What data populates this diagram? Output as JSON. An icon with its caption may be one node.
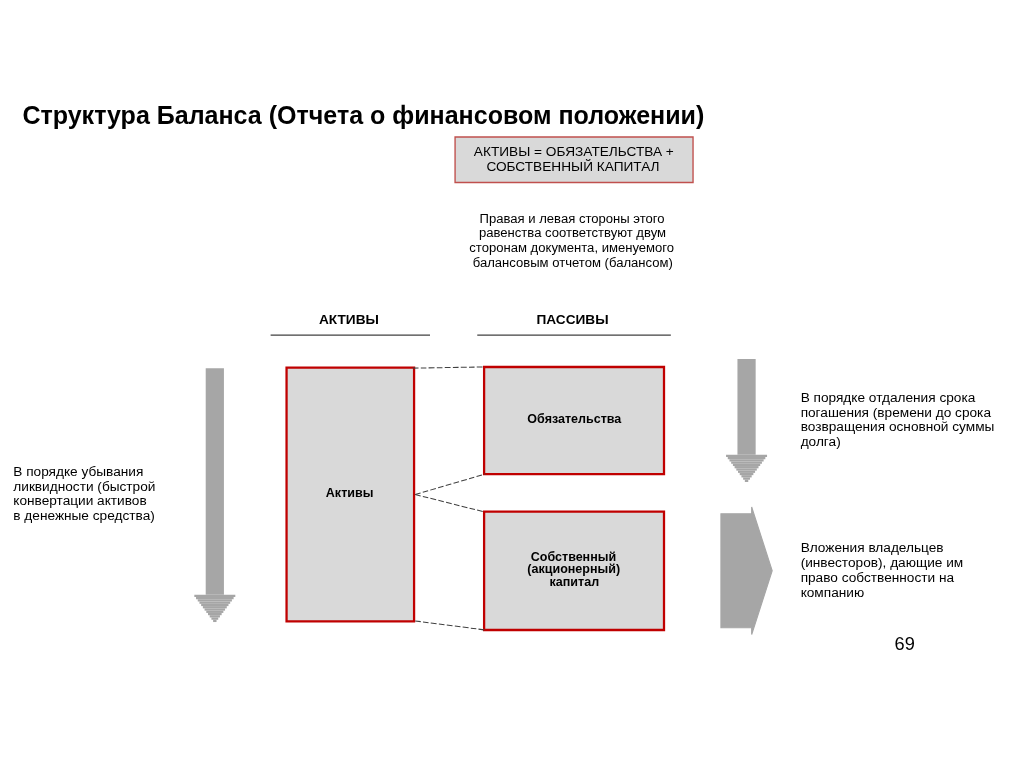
{
  "diagram": {
    "title": "Структура Баланса (Отчета о финансовом положении)",
    "nodes": [
      {
        "text": [
          "АКТИВЫ = ОБЯЗАТЕЛЬСТВА + СОБСТВЕННЫЙ КАПИТАЛ"
        ]
      },
      {
        "text": [
          "Активы"
        ]
      },
      {
        "text": [
          "Обязательства"
        ]
      },
      {
        "text": [
          "Собственный (акционерный) капитал"
        ]
      },
      {
        "text": [],
        "shape": "arrow",
        "beside": [
          "В порядке убывания ликвидности (быстрой конвертации активов в денежные средства)"
        ]
      },
      {
        "text": [],
        "shape": "arrow",
        "beside": [
          "В порядке отдаления срока погашения (времени до срока возвращения основной суммы долга)"
        ]
      },
      {
        "text": [],
        "shape": "arrow",
        "beside": [
          "Вложения владельцев (инвесторов), дающие им право собственности на компанию"
        ]
      }
    ],
    "edges": [
      {
        "from": 1,
        "to": 2,
        "arrow": "none",
        "style": "dashed"
      },
      {
        "from": 1,
        "to": 2,
        "arrow": "none",
        "style": "dashed"
      },
      {
        "from": 1,
        "to": 3,
        "arrow": "none",
        "style": "dashed"
      },
      {
        "from": 1,
        "to": 3,
        "arrow": "none",
        "style": "dashed"
      }
    ],
    "labels": [
      "Правая и левая стороны этого равенства соответствуют двум сторонам документа, именуемого балансовым отчетом (балансом)",
      "АКТИВЫ",
      "ПАССИВЫ",
      "69"
    ]
  }
}
